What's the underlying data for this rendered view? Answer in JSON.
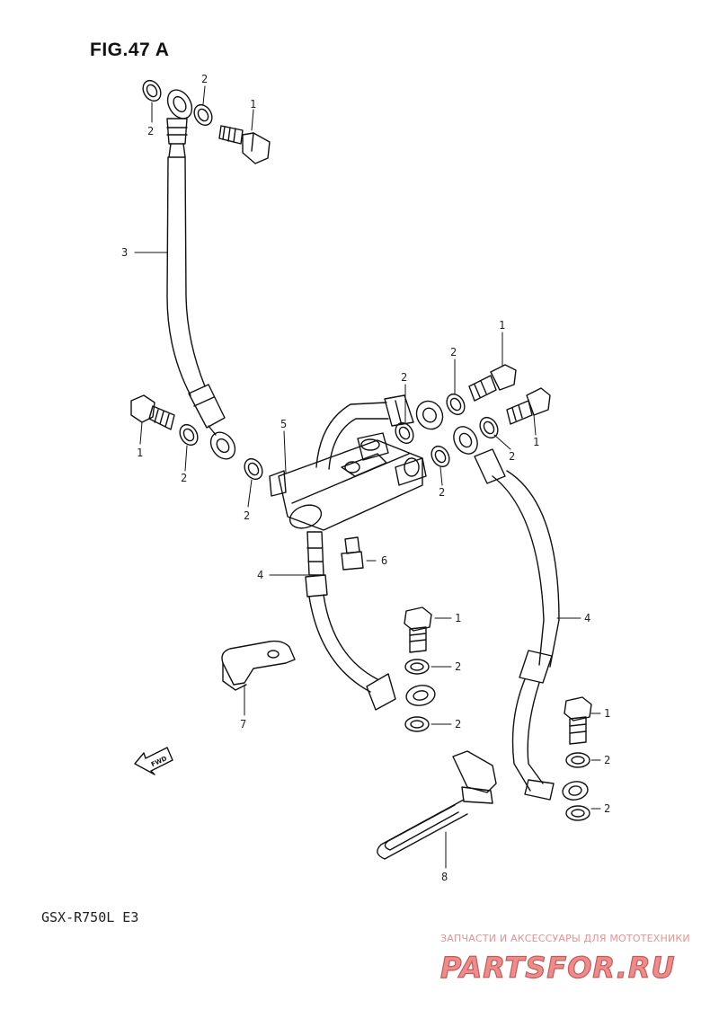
{
  "figure": {
    "title": "FIG.47 A",
    "model": "GSX-R750L  E3",
    "fwd_label": "FWD"
  },
  "callouts": [
    {
      "id": "c1a",
      "label": "2"
    },
    {
      "id": "c1b",
      "label": "2"
    },
    {
      "id": "c1c",
      "label": "1"
    },
    {
      "id": "c1d",
      "label": "3"
    },
    {
      "id": "c2a",
      "label": "1"
    },
    {
      "id": "c2b",
      "label": "2"
    },
    {
      "id": "c2c",
      "label": "2"
    },
    {
      "id": "c2d",
      "label": "5"
    },
    {
      "id": "c3a",
      "label": "2"
    },
    {
      "id": "c3b",
      "label": "2"
    },
    {
      "id": "c3c",
      "label": "1"
    },
    {
      "id": "c3d",
      "label": "1"
    },
    {
      "id": "c3e",
      "label": "2"
    },
    {
      "id": "c3f",
      "label": "2"
    },
    {
      "id": "c4a",
      "label": "4"
    },
    {
      "id": "c4b",
      "label": "6"
    },
    {
      "id": "c4c",
      "label": "1"
    },
    {
      "id": "c4d",
      "label": "2"
    },
    {
      "id": "c4e",
      "label": "2"
    },
    {
      "id": "c4f",
      "label": "4"
    },
    {
      "id": "c5a",
      "label": "7"
    },
    {
      "id": "c5b",
      "label": "1"
    },
    {
      "id": "c5c",
      "label": "2"
    },
    {
      "id": "c5d",
      "label": "2"
    },
    {
      "id": "c5e",
      "label": "8"
    }
  ],
  "watermark": {
    "caption": "ЗАПЧАСТИ И АКСЕССУАРЫ ДЛЯ МОТОТЕХНИКИ",
    "logo": "PARTSFOR.RU",
    "color": "#e07070"
  }
}
